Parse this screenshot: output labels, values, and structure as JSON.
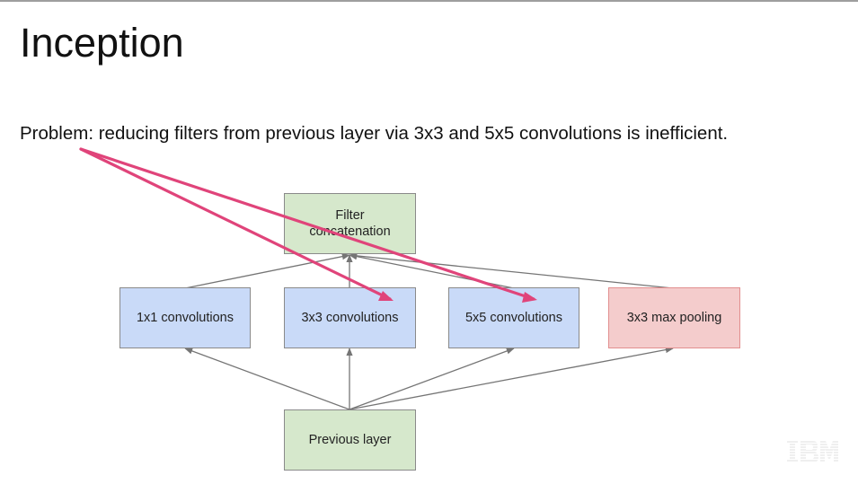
{
  "slide": {
    "title": "Inception",
    "problem_text": "Problem: reducing filters from previous layer via 3x3 and 5x5 convolutions is inefficient."
  },
  "diagram": {
    "nodes": {
      "filter_concat": [
        "Filter",
        "concatenation"
      ],
      "conv1x1": "1x1 convolutions",
      "conv3x3": "3x3 convolutions",
      "conv5x5": "5x5 convolutions",
      "maxpool": "3x3 max pooling",
      "previous_layer": "Previous layer"
    },
    "colors": {
      "green_fill": "#d6e8cc",
      "blue_fill": "#c9daf8",
      "red_fill": "#f4cccc",
      "edge": "#757575",
      "annotation": "#e0447a"
    }
  },
  "logo": {
    "text": "IBM"
  }
}
